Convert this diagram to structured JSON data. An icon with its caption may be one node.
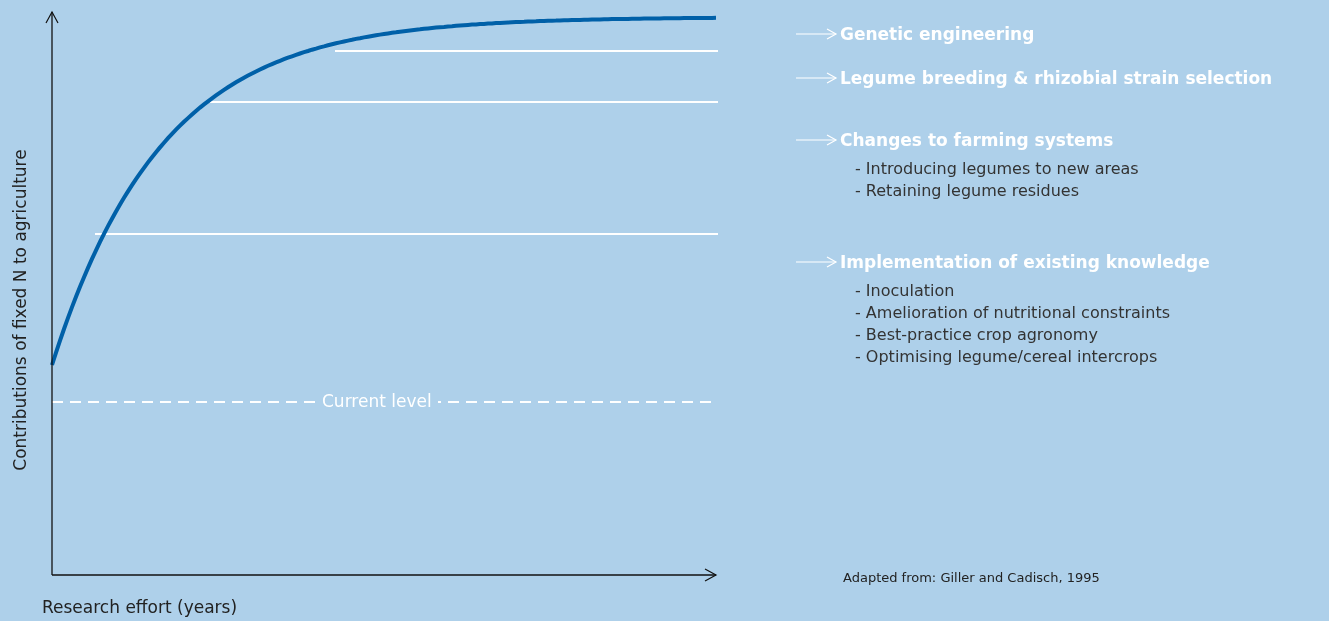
{
  "diagram": {
    "caption": "Adapted from: Giller and Cadisch, 1995",
    "nodes": [
      {
        "text": [
          "Genetic engineering"
        ]
      },
      {
        "text": [
          "Legume breeding & rhizobial strain selection"
        ]
      },
      {
        "text": [
          "Changes to farming systems",
          "- Introducing legumes to new areas",
          "- Retaining legume residues"
        ]
      },
      {
        "text": [
          "Implementation of existing knowledge",
          "- Inoculation",
          "- Amelioration of nutritional constraints",
          "- Best-practice crop agronomy",
          "- Optimising legume/cereal intercrops"
        ]
      }
    ],
    "edges": [
      {
        "from": null,
        "to": 0,
        "arrow": "to"
      },
      {
        "from": null,
        "to": 1,
        "arrow": "to"
      },
      {
        "from": null,
        "to": 2,
        "arrow": "to"
      },
      {
        "from": null,
        "to": 3,
        "arrow": "to"
      }
    ],
    "labels": [
      "Contributions of fixed N to agriculture",
      "Current level",
      "Research effort (years)"
    ]
  }
}
